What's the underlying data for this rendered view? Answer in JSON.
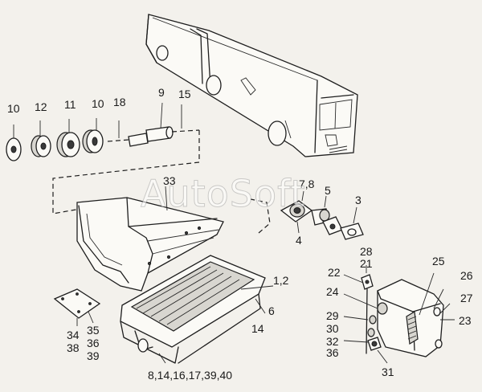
{
  "watermark": "AutoSoft",
  "labels": {
    "l10a": "10",
    "l12": "12",
    "l11": "11",
    "l10b": "10",
    "l18": "18",
    "l9": "9",
    "l15": "15",
    "l33": "33",
    "l78": "7,8",
    "l5": "5",
    "l3": "3",
    "l4": "4",
    "l12b": "1,2",
    "l6": "6",
    "l14": "14",
    "l34": "34",
    "l38": "38",
    "l35": "35",
    "l36a": "36",
    "l39a": "39",
    "lbottom": "8,14,16,17,39,40",
    "l28": "28",
    "l21": "21",
    "l22": "22",
    "l24": "24",
    "l29": "29",
    "l30": "30",
    "l32": "32",
    "l36b": "36",
    "l31": "31",
    "l25": "25",
    "l26": "26",
    "l27": "27",
    "l23": "23"
  }
}
